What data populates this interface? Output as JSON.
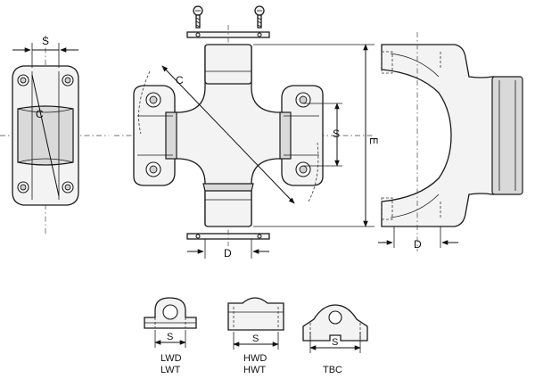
{
  "labels": {
    "front_s": "S",
    "front_c": "C",
    "cross_c": "C",
    "cross_s": "S",
    "cross_e": "E",
    "cross_d": "D",
    "yoke_d": "D",
    "lwd_s": "S",
    "lwd_name_1": "LWD",
    "lwd_name_2": "LWT",
    "hwd_s": "S",
    "hwd_name_1": "HWD",
    "hwd_name_2": "HWT",
    "tbc_s": "S",
    "tbc_name": "TBC"
  }
}
